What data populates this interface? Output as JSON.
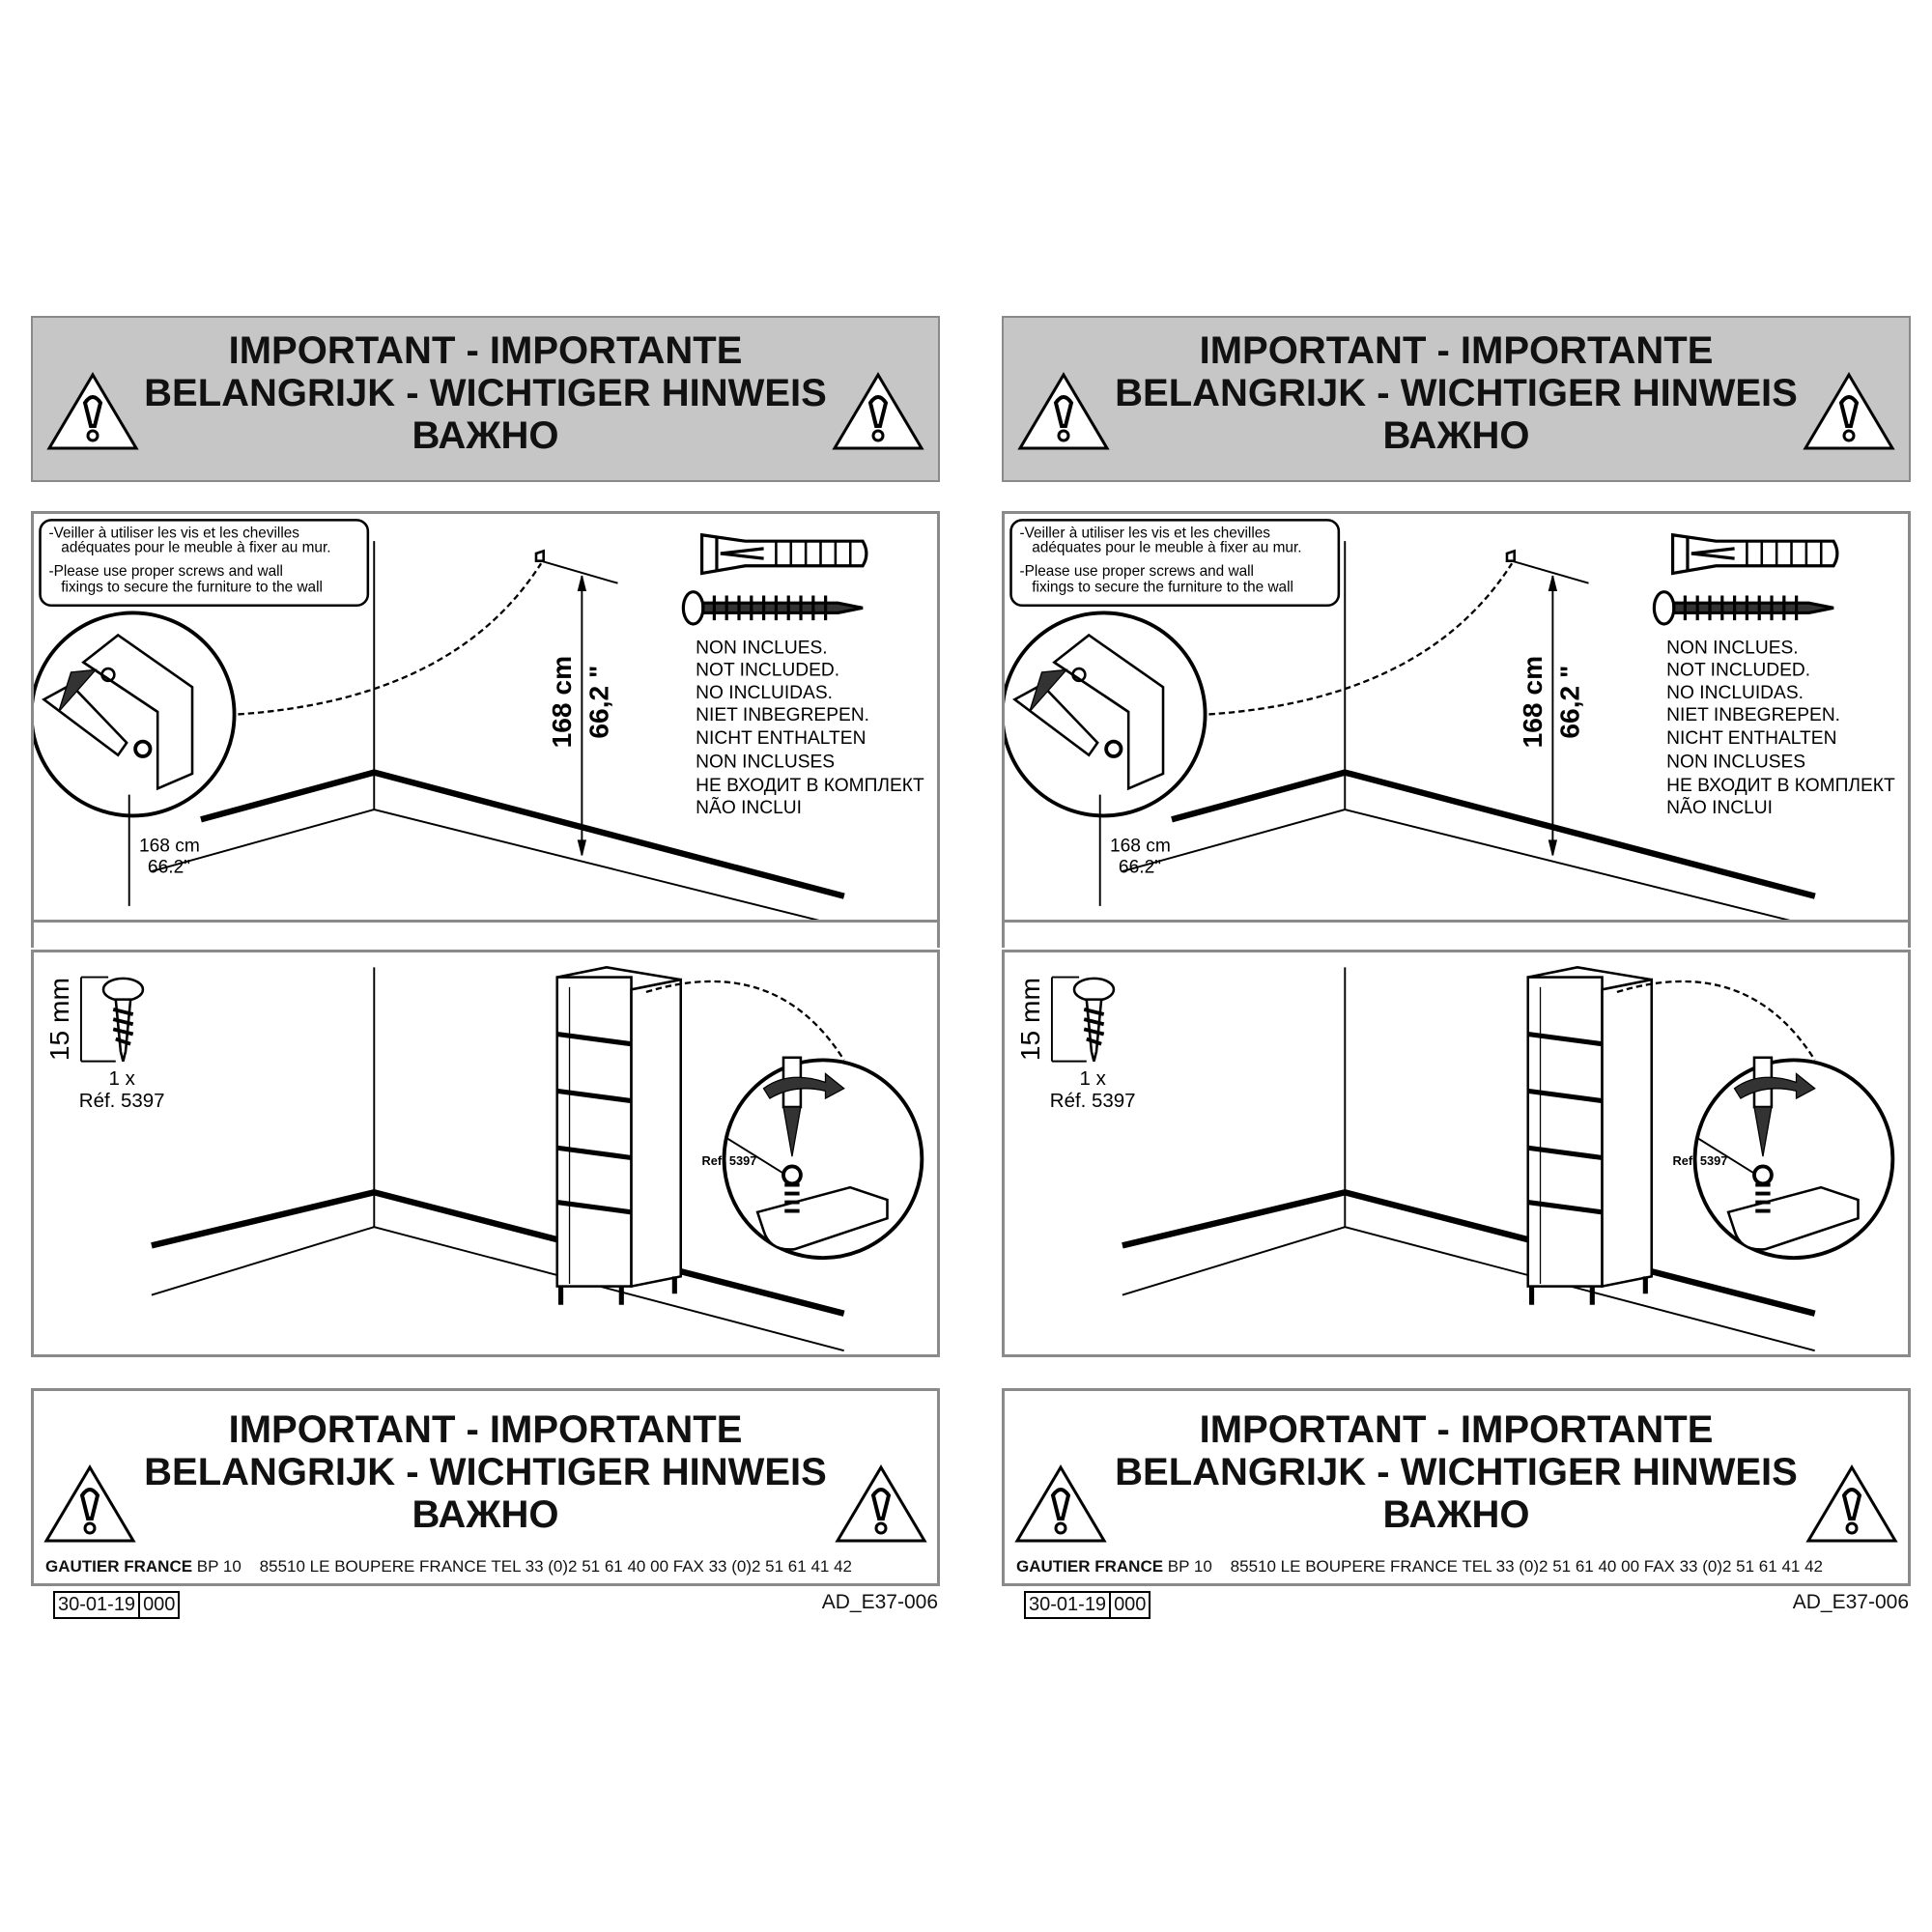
{
  "pages": [
    {
      "header": {
        "line1": "IMPORTANT - IMPORTANTE",
        "line2": "BELANGRIJK - WICHTIGER HINWEIS",
        "line3": "ВАЖНО"
      },
      "step1": {
        "note": [
          "-Veiller à utiliser les vis et les chevilles",
          "adéquates pour le meuble à fixer au mur.",
          "-Please use proper screws and wall",
          "fixings to secure the furniture to the wall"
        ],
        "height_cm": "168 cm",
        "height_in": "66,2 \"",
        "small_cm": "168 cm",
        "small_in": "66.2\"",
        "not_included": [
          "NON INCLUES.",
          "NOT INCLUDED.",
          "NO INCLUIDAS.",
          "NIET INBEGREPEN.",
          "NICHT ENTHALTEN",
          "NON INCLUSES",
          "НЕ ВХОДИТ В КОМПЛЕКТ",
          "NÃO INCLUI"
        ]
      },
      "step2": {
        "screw_length": "15 mm",
        "quantity": "1 x",
        "part_ref": "Réf. 5397",
        "detail_ref": "Ref: 5397"
      },
      "footer": {
        "line1": "IMPORTANT - IMPORTANTE",
        "line2": "BELANGRIJK - WICHTIGER HINWEIS",
        "line3": "ВАЖНО",
        "company_name": "GAUTIER FRANCE",
        "company_address": " BP 10    85510 LE BOUPERE FRANCE TEL 33 (0)2 51 61 40 00 FAX 33 (0)2 51 61 41 42",
        "date": "30-01-19",
        "revision": "000",
        "doc_ref": "AD_E37-006"
      }
    },
    {
      "header": {
        "line1": "IMPORTANT - IMPORTANTE",
        "line2": "BELANGRIJK - WICHTIGER HINWEIS",
        "line3": "ВАЖНО"
      },
      "step1": {
        "note": [
          "-Veiller à utiliser les vis et les chevilles",
          "adéquates pour le meuble à fixer au mur.",
          "-Please use proper screws and wall",
          "fixings to secure the furniture to the wall"
        ],
        "height_cm": "168 cm",
        "height_in": "66,2 \"",
        "small_cm": "168 cm",
        "small_in": "66.2\"",
        "not_included": [
          "NON INCLUES.",
          "NOT INCLUDED.",
          "NO INCLUIDAS.",
          "NIET INBEGREPEN.",
          "NICHT ENTHALTEN",
          "NON INCLUSES",
          "НЕ ВХОДИТ В КОМПЛЕКТ",
          "NÃO INCLUI"
        ]
      },
      "step2": {
        "screw_length": "15 mm",
        "quantity": "1 x",
        "part_ref": "Réf. 5397",
        "detail_ref": "Ref: 5397"
      },
      "footer": {
        "line1": "IMPORTANT - IMPORTANTE",
        "line2": "BELANGRIJK - WICHTIGER HINWEIS",
        "line3": "ВАЖНО",
        "company_name": "GAUTIER FRANCE",
        "company_address": " BP 10    85510 LE BOUPERE FRANCE TEL 33 (0)2 51 61 40 00 FAX 33 (0)2 51 61 41 42",
        "date": "30-01-19",
        "revision": "000",
        "doc_ref": "AD_E37-006"
      }
    }
  ]
}
